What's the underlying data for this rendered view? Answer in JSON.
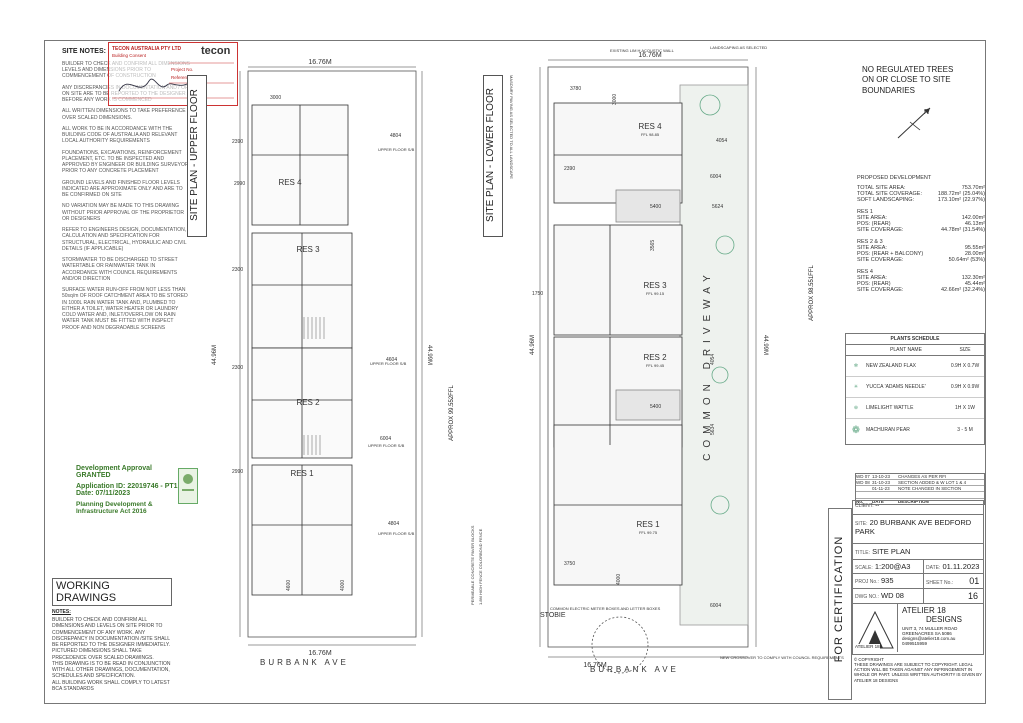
{
  "site_notes": {
    "title": "SITE NOTES:",
    "items": [
      "BUILDER TO CHECK AND CONFIRM ALL DIMENSIONS LEVELS AND DIMENSIONS PRIOR TO COMMENCEMENT OF CONSTRUCTION",
      "ANY DISCREPANCIES IN DOCUMENTATION AND / OR ON SITE ARE TO BE REPORTED TO THE DESIGNER BEFORE ANY WORK IS COMMENCED",
      "ALL WRITTEN DIMENSIONS TO TAKE PREFERENCE OVER SCALED DIMENSIONS.",
      "ALL WORK TO BE IN ACCORDANCE WITH THE BUILDING CODE OF AUSTRALIA AND RELEVANT LOCAL AUTHORITY REQUIREMENTS",
      "FOUNDATIONS, EXCAVATIONS, REINFORCEMENT PLACEMENT, ETC. TO BE INSPECTED AND APPROVED BY ENGINEER OR BUILDING SURVEYOR PRIOR TO ANY CONCRETE PLACEMENT",
      "GROUND LEVELS AND FINISHED FLOOR LEVELS INDICATED ARE APPROXIMATE ONLY AND ARE TO BE CONFIRMED ON SITE",
      "NO VARIATION MAY BE MADE TO THIS DRAWING WITHOUT PRIOR APPROVAL OF THE PROPRIETOR OR DESIGNERS",
      "REFER TO ENGINEERS DESIGN, DOCUMENTATION, CALCULATION AND SPECIFICATION FOR STRUCTURAL, ELECTRICAL, HYDRAULIC AND CIVIL DETAILS (IF APPLICABLE)",
      "STORMWATER TO BE DISCHARGED TO STREET WATERTABLE OR RAINWATER TANK IN ACCORDANCE WITH COUNCIL REQUIREMENTS AND/OR DIRECTION",
      "SURFACE WATER RUN-OFF FROM NOT LESS THAN 50sq/m OF ROOF CATCHMENT AREA TO BE STORED IN 1000L RAIN WATER TANK AND, PLUMBED TO EITHER A TOILET, WATER HEATER OR LAUNDRY COLD WATER AND, INLET/OVERFLOW ON RAIN WATER TANK MUST BE FITTED WITH INSPECT PROOF AND NON DEGRADABLE SCREENS"
    ]
  },
  "stamp": {
    "company": "TECON AUSTRALIA PTY LTD",
    "sub": "Building Consent",
    "logo": "tecon",
    "lines": [
      "Project No.",
      "Reference"
    ]
  },
  "approval": {
    "title": "Development Approval",
    "status": "GRANTED",
    "app_id": "Application ID: 22019746 - PT1",
    "date": "Date: 07/11/2023",
    "act": "Planning Development & Infrastructure Act 2016"
  },
  "working_drawings": {
    "title": "WORKING DRAWINGS",
    "notes_title": "NOTES:",
    "items": [
      "BUILDER TO CHECK AND CONFIRM ALL DIMENSIONS AND LEVELS ON SITE PRIOR TO COMMENCEMENT OF ANY WORK. ANY DISCREPANCY IN DOCUMENTATION /SITE SHALL BE REPORTED TO THE DESIGNER IMMEDIATELY.",
      "PICTURED DIMENSIONS SHALL TAKE PRECEDENCE OVER SCALED DRAWINGS.",
      "THIS DRAWING IS TO BE READ IN CONJUNCTION WITH ALL OTHER DRAWINGS, DOCUMENTATION, SCHEDULES AND SPECIFICATION.",
      "ALL BUILDING WORK SHALL COMPLY TO LATEST BCA STANDARDS"
    ]
  },
  "upper": {
    "label": "SITE PLAN - UPPER FLOOR",
    "width_top": "16.76M",
    "width_bottom": "16.76M",
    "depth_left": "44.96M",
    "depth_right": "44.99M",
    "street": "BURBANK AVE",
    "units": [
      "RES 4",
      "RES 3",
      "RES 2",
      "RES 1"
    ],
    "dims": [
      "3000",
      "4804",
      "2390",
      "2990",
      "2300",
      "4604",
      "2300",
      "6004",
      "2990",
      "4804",
      "4600",
      "4000"
    ],
    "upper_floor_labels": [
      "UPPER FLOOR S/B",
      "UPPER FLOOR S/B",
      "UPPER FLOOR S/B",
      "UPPER FLOOR S/B"
    ]
  },
  "lower": {
    "label": "SITE PLAN - LOWER FLOOR",
    "width_top": "16.76M",
    "width_bottom": "16.76M",
    "depth_left": "44.96M",
    "depth_right": "44.99M",
    "approx_left": "APPROX 99.552FFL",
    "approx_right": "APPROX 98.551FFL",
    "driveway": "COMMON DRIVEWAY",
    "street": "BURBANK AVE",
    "stobie": "STOBIE",
    "units": [
      {
        "name": "RES 4",
        "ffl": "FFL 98.85"
      },
      {
        "name": "RES 3",
        "ffl": "FFL 99.15"
      },
      {
        "name": "RES 2",
        "ffl": "FFL 99.45"
      },
      {
        "name": "RES 1",
        "ffl": "FFL 99.75"
      }
    ],
    "notes": {
      "fence": "EXISTING LIM H ACOUSTIC WALL",
      "landscaping": "LANDSCAPING AS SELECTED",
      "crossover": "NEW CROSSOVER TO COMPLY WITH COUNCIL REQUIREMENTS",
      "meter": "COMMON ELECTRIC METER BOXES AND LETTER BOXES",
      "pavers": "PERMEABLE CONCRETE PAVER BLOCKS",
      "fence2": "1.8M HIGH FENCE COLORBOND FENCE",
      "paving": "MASONRY PAVING AS SELECTED TO ALL LANDSCAPE"
    },
    "dims": [
      "3780",
      "3000",
      "4054",
      "2390",
      "6004",
      "5400",
      "5624",
      "3565",
      "1750",
      "4054",
      "5400",
      "5634",
      "3750",
      "4000",
      "6004"
    ]
  },
  "trees_note": "NO REGULATED TREES ON OR CLOSE TO SITE BOUNDARIES",
  "north": "N",
  "proposed": {
    "title": "PROPOSED DEVELOPMENT",
    "rows": [
      {
        "label": "TOTAL SITE AREA:",
        "value": "753.70m²"
      },
      {
        "label": "TOTAL SITE COVERAGE:",
        "value": "188.72m² (25.04%)"
      },
      {
        "label": "SOFT LANDSCAPING:",
        "value": "173.10m² (22.97%)"
      }
    ],
    "res1": {
      "title": "RES 1",
      "rows": [
        {
          "label": "SITE AREA:",
          "value": "142.00m²"
        },
        {
          "label": "POS: (REAR)",
          "value": "46.13m²"
        },
        {
          "label": "SITE COVERAGE:",
          "value": "44.78m² (31.54%)"
        }
      ]
    },
    "res23": {
      "title": "RES 2 & 3",
      "rows": [
        {
          "label": "SITE AREA:",
          "value": "95.55m²"
        },
        {
          "label": "POS: (REAR + BALCONY)",
          "value": "28.00m²"
        },
        {
          "label": "SITE COVERAGE:",
          "value": "50.64m² (53%)"
        }
      ]
    },
    "res4": {
      "title": "RES 4",
      "rows": [
        {
          "label": "SITE AREA:",
          "value": "132.30m²"
        },
        {
          "label": "POS: (REAR)",
          "value": "45.44m²"
        },
        {
          "label": "SITE COVERAGE:",
          "value": "42.66m² (32.24%)"
        }
      ]
    }
  },
  "plants": {
    "title": "PLANTS SCHEDULE",
    "headers": [
      "PLANT NAME",
      "SIZE"
    ],
    "rows": [
      {
        "name": "NEW ZEALAND FLAX",
        "size": "0.9H X 0.7W"
      },
      {
        "name": "YUCCA 'ADAMS NEEDLE'",
        "size": "0.9H X 0.9W"
      },
      {
        "name": "LIMELIGHT WATTLE",
        "size": "1H X 1W"
      },
      {
        "name": "MACHURAN PEAR",
        "size": "3 - 5 M"
      }
    ]
  },
  "revisions": {
    "rows": [
      {
        "no": "WD 07",
        "date": "13-10-23",
        "desc": "CHANGES AS PER RFI"
      },
      {
        "no": "WD 08",
        "date": "31-10-23",
        "desc": "SECTION ADDED & W LOT 1 & 4"
      },
      {
        "no": "",
        "date": "01-11-23",
        "desc": "NOTE CHANGED IN SECTION"
      }
    ],
    "headers": [
      "No.",
      "DATE",
      "DESCRIPTION"
    ]
  },
  "title_block": {
    "client_label": "CLIENT:",
    "client": "--",
    "site_label": "SITE:",
    "site": "20 BURBANK AVE BEDFORD PARK",
    "title_label": "TITLE:",
    "title": "SITE PLAN",
    "scale_label": "SCALE:",
    "scale": "1:200@A3",
    "date_label": "DATE:",
    "date": "01.11.2023",
    "projno_label": "PROJ No.:",
    "projno": "935",
    "sheet_label": "SHEET No.:",
    "sheet": "01",
    "dwg_label": "DWG NO.:",
    "dwg": "WD 08",
    "sheet_of": "16",
    "certification": "FOR CERTIFICATION",
    "company": "ATELIER 18",
    "company2": "DESIGNS",
    "logo_text": "ATELIER 18",
    "address": "UNIT 3, 74 MULLER ROAD GREENACRES SA 5086",
    "email": "designs@atelier18.com.au",
    "phone": "0499515959",
    "copyright_title": "© COPYRIGHT",
    "copyright": "THESE DRAWINGS ARE SUBJECT TO COPYRIGHT. LEGAL ACTION WILL BE TAKEN AGAINST ANY INFRINGEMENT IN WHOLE OR PART. UNLESS WRITTEN AUTHORITY IS GIVEN BY ATELIER 18 DESIGNS"
  }
}
